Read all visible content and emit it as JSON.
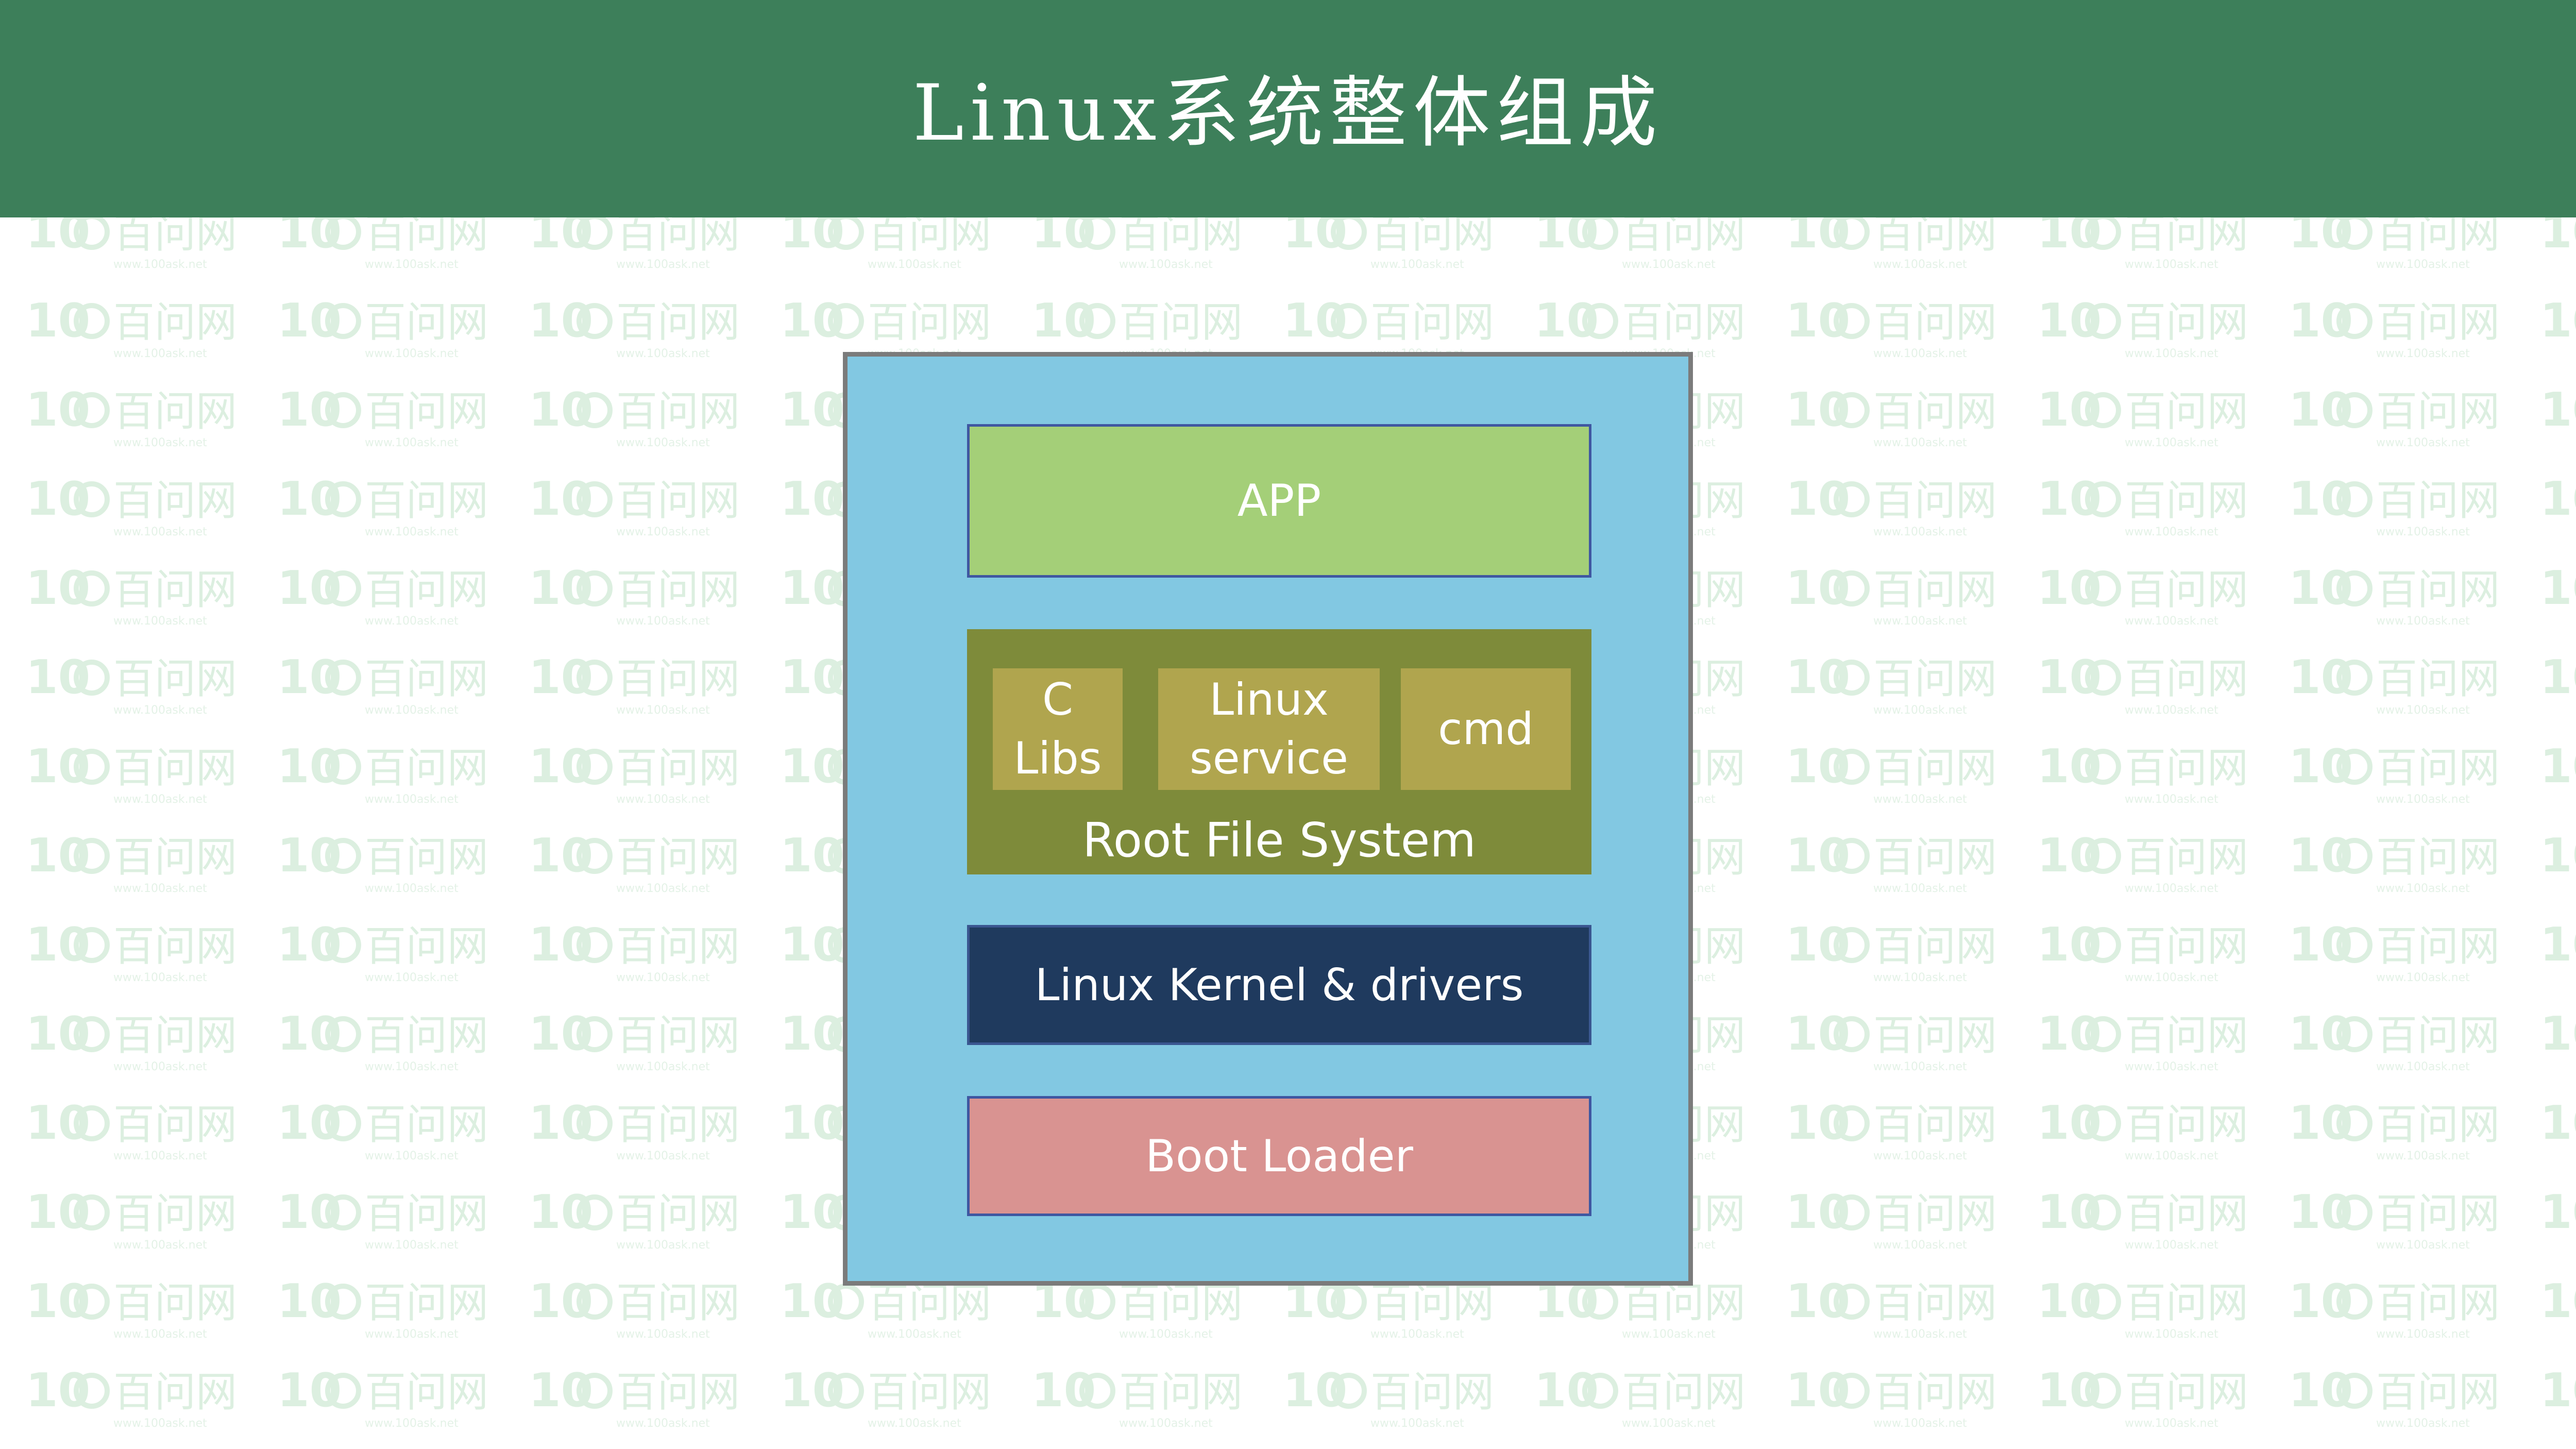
{
  "header": {
    "title": "Linux系统整体组成"
  },
  "diagram": {
    "layers": {
      "app": "APP",
      "root_fs": {
        "label": "Root File System",
        "components": [
          "C\nLibs",
          "Linux\nservice",
          "cmd"
        ]
      },
      "kernel": "Linux Kernel & drivers",
      "bootloader": "Boot Loader"
    }
  },
  "watermark": {
    "brand": "100 百问网",
    "url": "www.100ask.net"
  },
  "colors": {
    "header_bg": "#3d7f5a",
    "outer_box": "#82c8e2",
    "app": "#a4cf78",
    "root_fs": "#7e8b3a",
    "root_fs_component": "#b0a54e",
    "kernel": "#1f3a5e",
    "bootloader": "#d99391",
    "watermark": "#dff0e2"
  }
}
